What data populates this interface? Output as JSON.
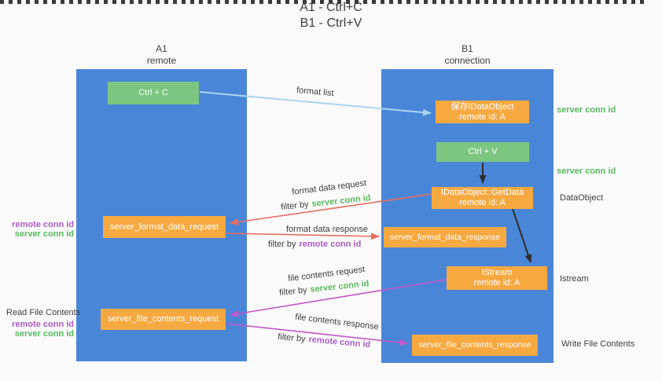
{
  "title": {
    "line1": "A1 - Ctrl+C",
    "line2": "B1 - Ctrl+V"
  },
  "columns": {
    "a1": {
      "name": "A1",
      "subtitle": "remote"
    },
    "b1": {
      "name": "B1",
      "subtitle": "connection"
    }
  },
  "boxes": {
    "ctrl_c": "Ctrl + C",
    "ctrl_v": "Ctrl + V",
    "save_idataobject": {
      "title": "保存IDataObject",
      "subtitle": "remote id: A"
    },
    "getdata": {
      "title": "IDataObject::GetData",
      "subtitle": "remote id: A"
    },
    "istream": {
      "title": "IStream",
      "subtitle": "remote id: A"
    },
    "format_request": "server_format_data_request",
    "format_response": "server_format_data_response",
    "file_request": "server_file_contents_request",
    "file_response": "server_file_contents_response"
  },
  "flow": {
    "format_list": "format list",
    "format_data_request": "format data request",
    "format_data_response": "format data response",
    "file_contents_request": "file contents request",
    "file_contents_response": "file contents response",
    "filter_by": "filter by",
    "server_conn_id": "server conn id",
    "remote_conn_id": "remote conn id"
  },
  "side_right": {
    "server_conn_id_top": "server conn id",
    "server_conn_id_mid": "server conn id",
    "dataobject": "DataObject",
    "istream": "Istream",
    "write_file_contents": "Write File Contents"
  },
  "side_left": {
    "remote_conn_id_1": "remote conn id",
    "server_conn_id_1": "server conn id",
    "read_file_contents": "Read File Contents",
    "remote_conn_id_2": "remote conn id",
    "server_conn_id_2": "server conn id"
  },
  "colors": {
    "column_blue": "#4a86d8",
    "box_green": "#7cc681",
    "box_orange": "#f7a941",
    "arrow_red": "#e96c5f",
    "arrow_purple": "#c355c9",
    "arrow_lightblue": "#aad4f0",
    "arrow_black": "#2d2d2d",
    "text_green": "#58b95e",
    "text_purple": "#ab5cc5"
  }
}
